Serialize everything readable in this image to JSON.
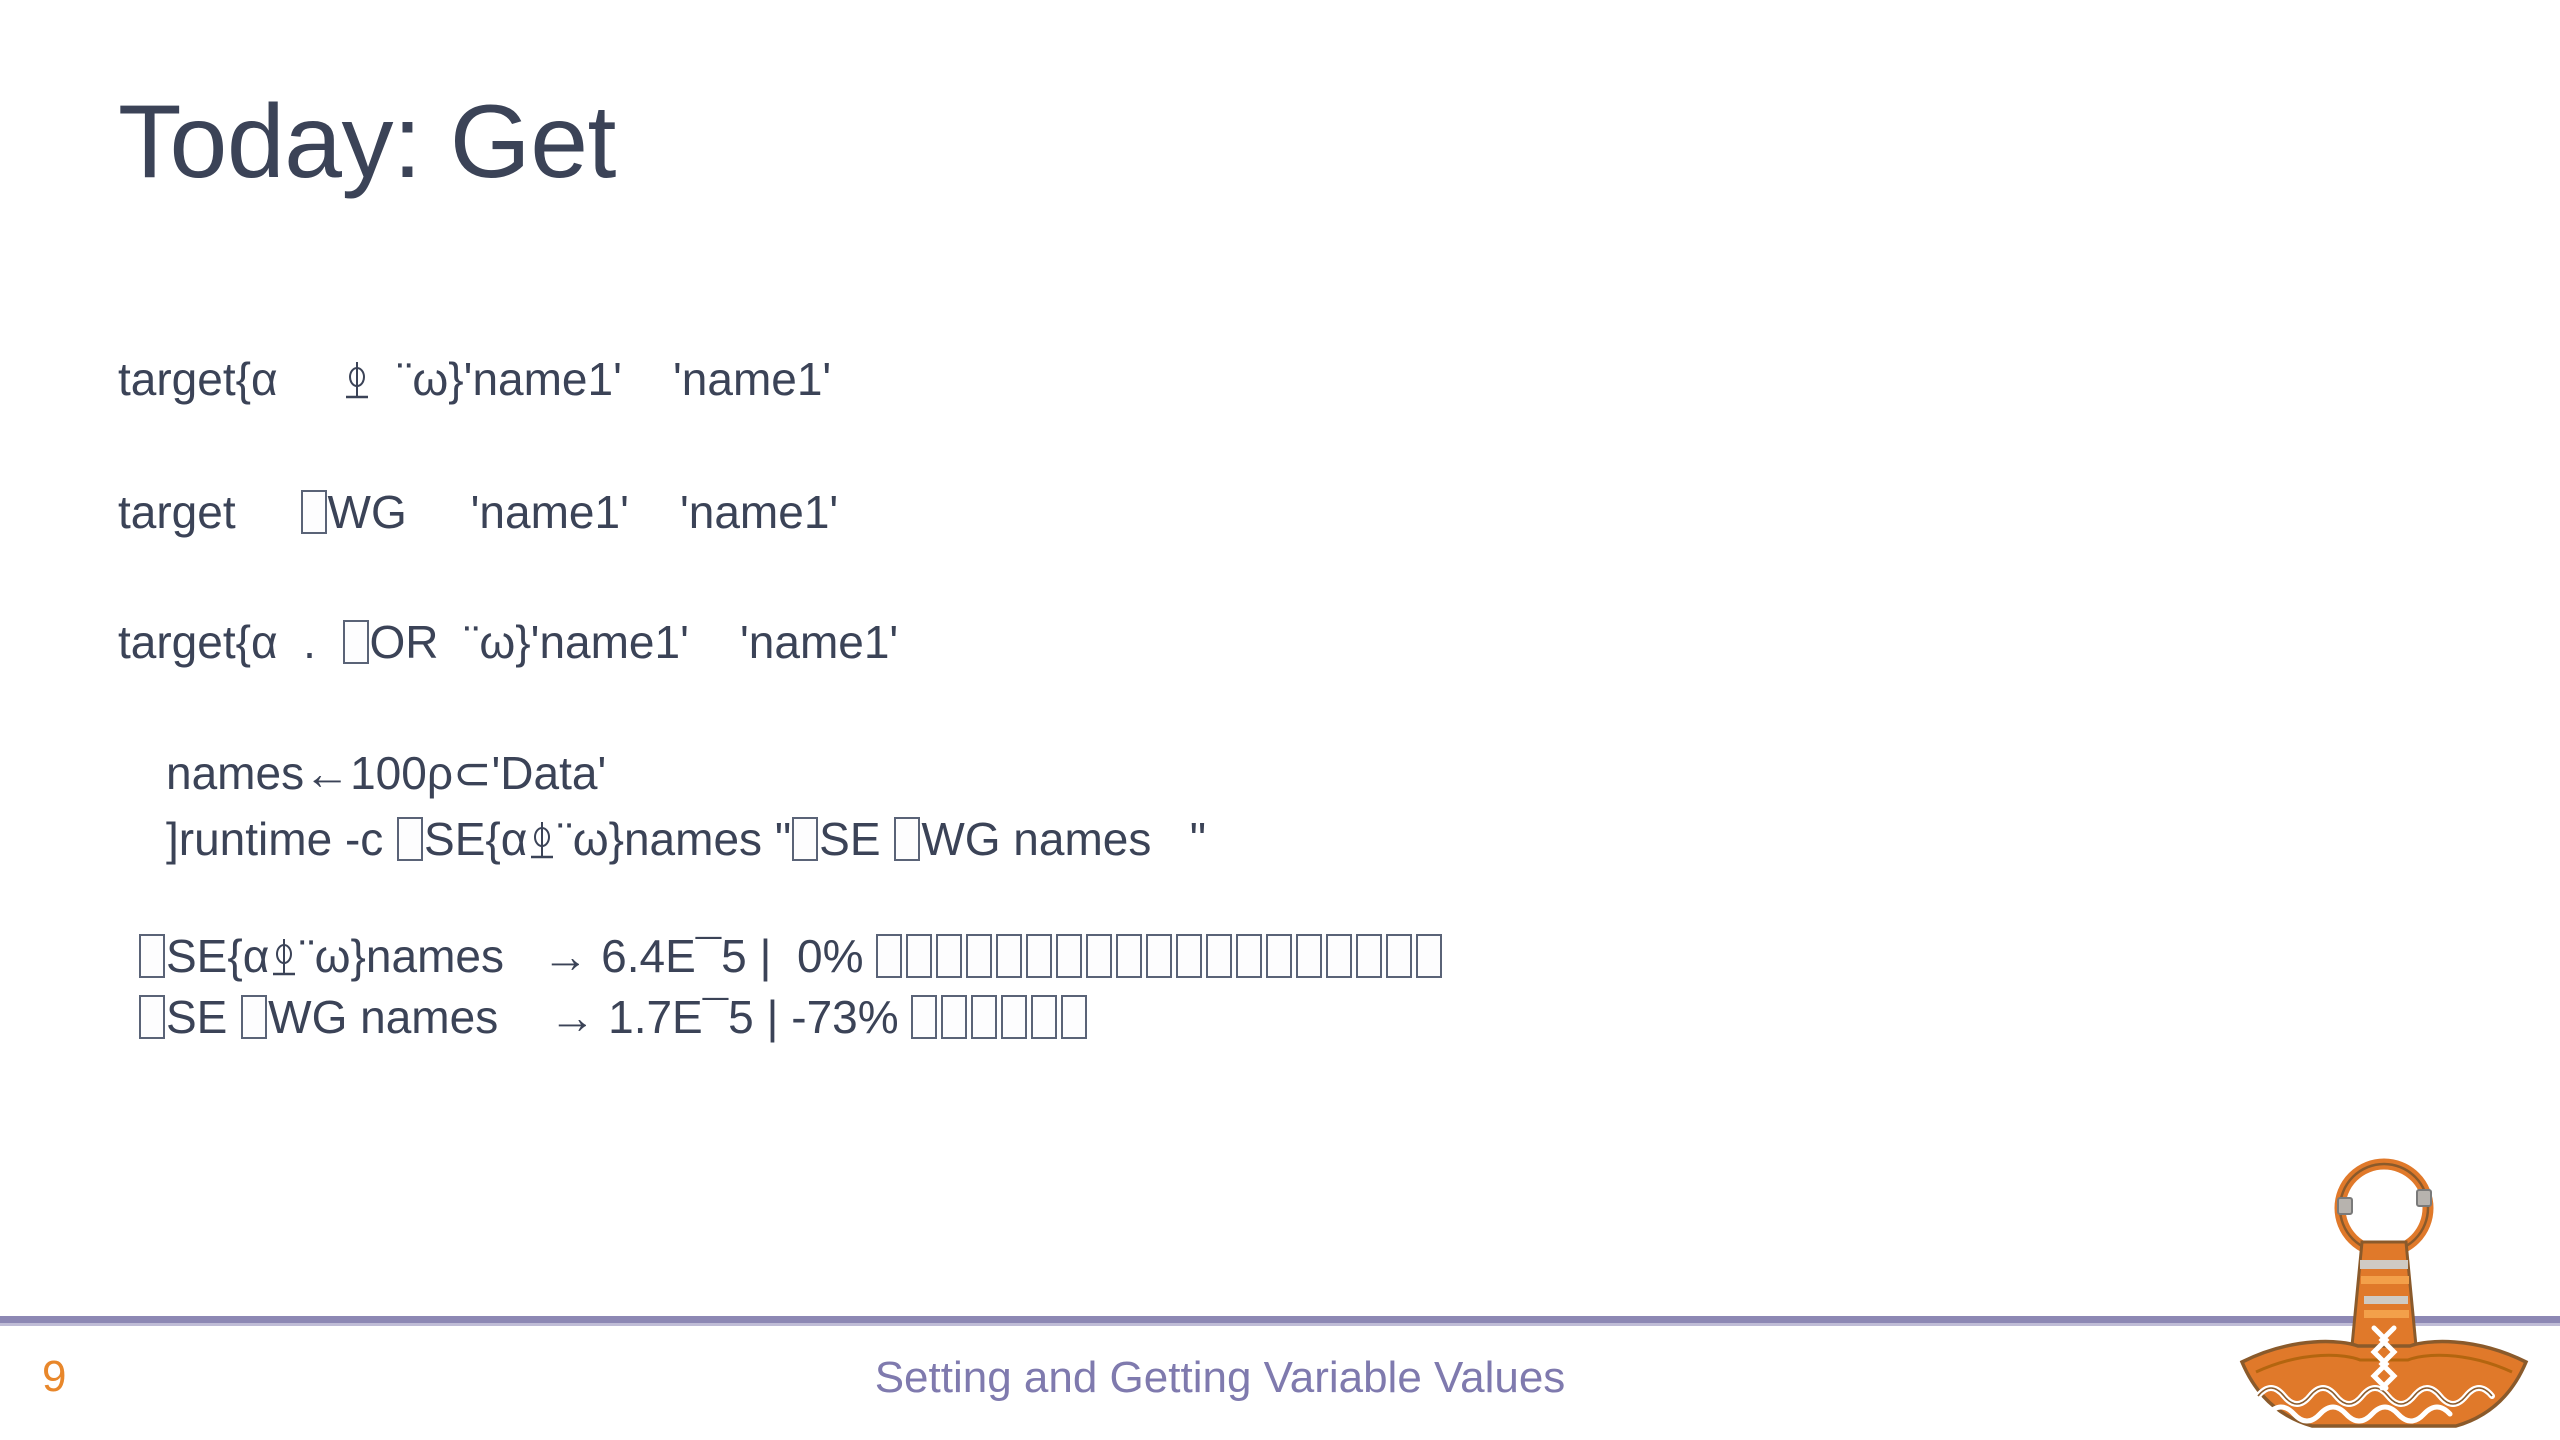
{
  "slide": {
    "title": "Today: Get",
    "code_lines": [
      {
        "id": "line-target-execute",
        "text": "target{α     ⌾  ¨ω}'name1'    'name1'"
      },
      {
        "id": "line-target-wg",
        "text": "target     □WG     'name1'    'name1'"
      },
      {
        "id": "line-target-or",
        "text": "target{α  .  □OR  ¨ω}'name1'    'name1'"
      }
    ],
    "setup_lines": [
      {
        "id": "line-names-assign",
        "text": "names←100ρ⊂'Data'"
      },
      {
        "id": "line-runtime",
        "text": "]runtime -c □SE{α⌾¨ω}names \"□SE □WG names   \""
      }
    ],
    "results": [
      {
        "id": "result-execute",
        "expr": "□SE{α⌾¨ω}names",
        "arrow": "→",
        "time": "6.4E¯5",
        "separator": "|",
        "percent": "0%",
        "bar_cells": 19
      },
      {
        "id": "result-wg",
        "expr": "□SE □WG names",
        "arrow": "→",
        "time": "1.7E¯5",
        "separator": "|",
        "percent": "-73%",
        "bar_cells": 6
      }
    ],
    "footer": {
      "slide_number": "9",
      "title": "Setting and Getting Variable Values"
    },
    "logo": {
      "name": "dyalog-thors-hammer-logo",
      "color": "#e0792a"
    },
    "colors": {
      "text": "#3b4357",
      "rule": "#8d88b4",
      "footer_title": "#7f7aae",
      "slide_number": "#e8872b",
      "accent_orange": "#e0792a",
      "background": "#ffffff"
    }
  }
}
